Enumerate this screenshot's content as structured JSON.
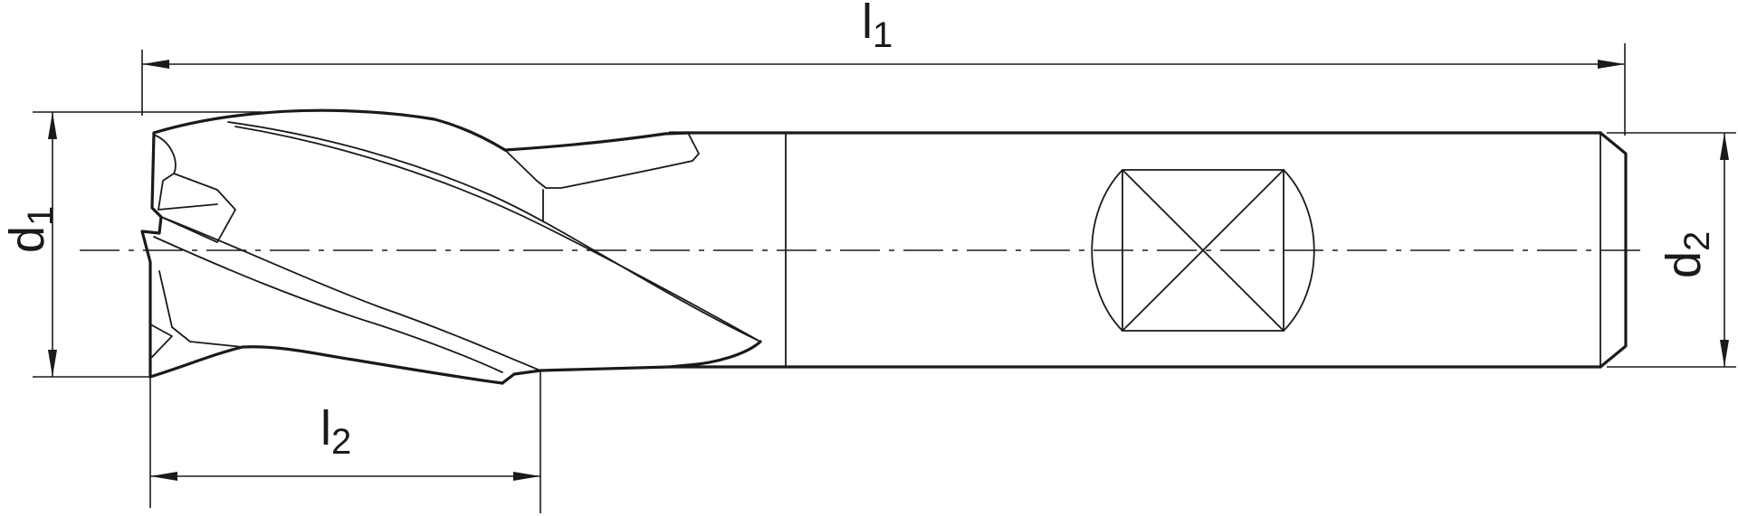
{
  "labels": {
    "l1": {
      "main": "l",
      "sub": "1"
    },
    "l2": {
      "main": "l",
      "sub": "2"
    },
    "d1": {
      "main": "d",
      "sub": "1"
    },
    "d2": {
      "main": "d",
      "sub": "2"
    }
  },
  "colors": {
    "line": "#1a1a1a",
    "background": "#ffffff"
  }
}
